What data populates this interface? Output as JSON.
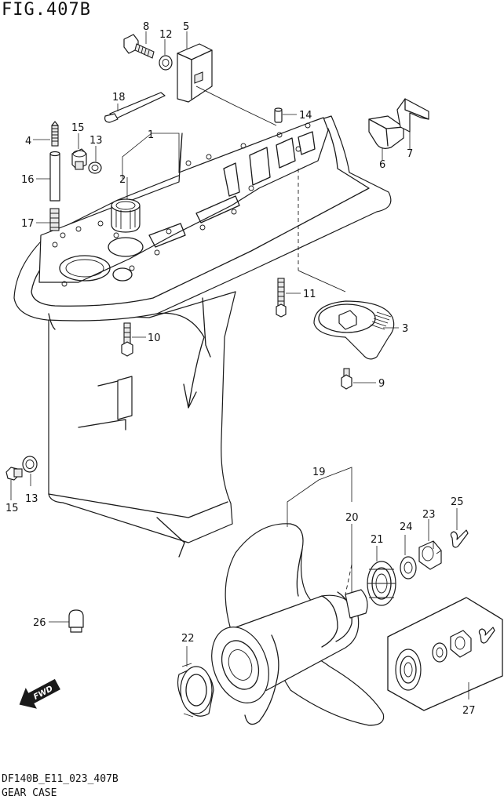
{
  "figure": {
    "title": "FIG.407B",
    "footer_code": "DF140B_E11_023_407B",
    "footer_name": "GEAR CASE"
  },
  "direction_badge": "FWD",
  "callouts": {
    "c1": "1",
    "c2": "2",
    "c3": "3",
    "c4": "4",
    "c5": "5",
    "c6": "6",
    "c7": "7",
    "c8": "8",
    "c9": "9",
    "c10": "10",
    "c11": "11",
    "c12": "12",
    "c13a": "13",
    "c13b": "13",
    "c14": "14",
    "c15a": "15",
    "c15b": "15",
    "c16": "16",
    "c17": "17",
    "c18": "18",
    "c19": "19",
    "c20": "20",
    "c21": "21",
    "c22": "22",
    "c23": "23",
    "c24": "24",
    "c25": "25",
    "c26": "26",
    "c27": "27"
  }
}
